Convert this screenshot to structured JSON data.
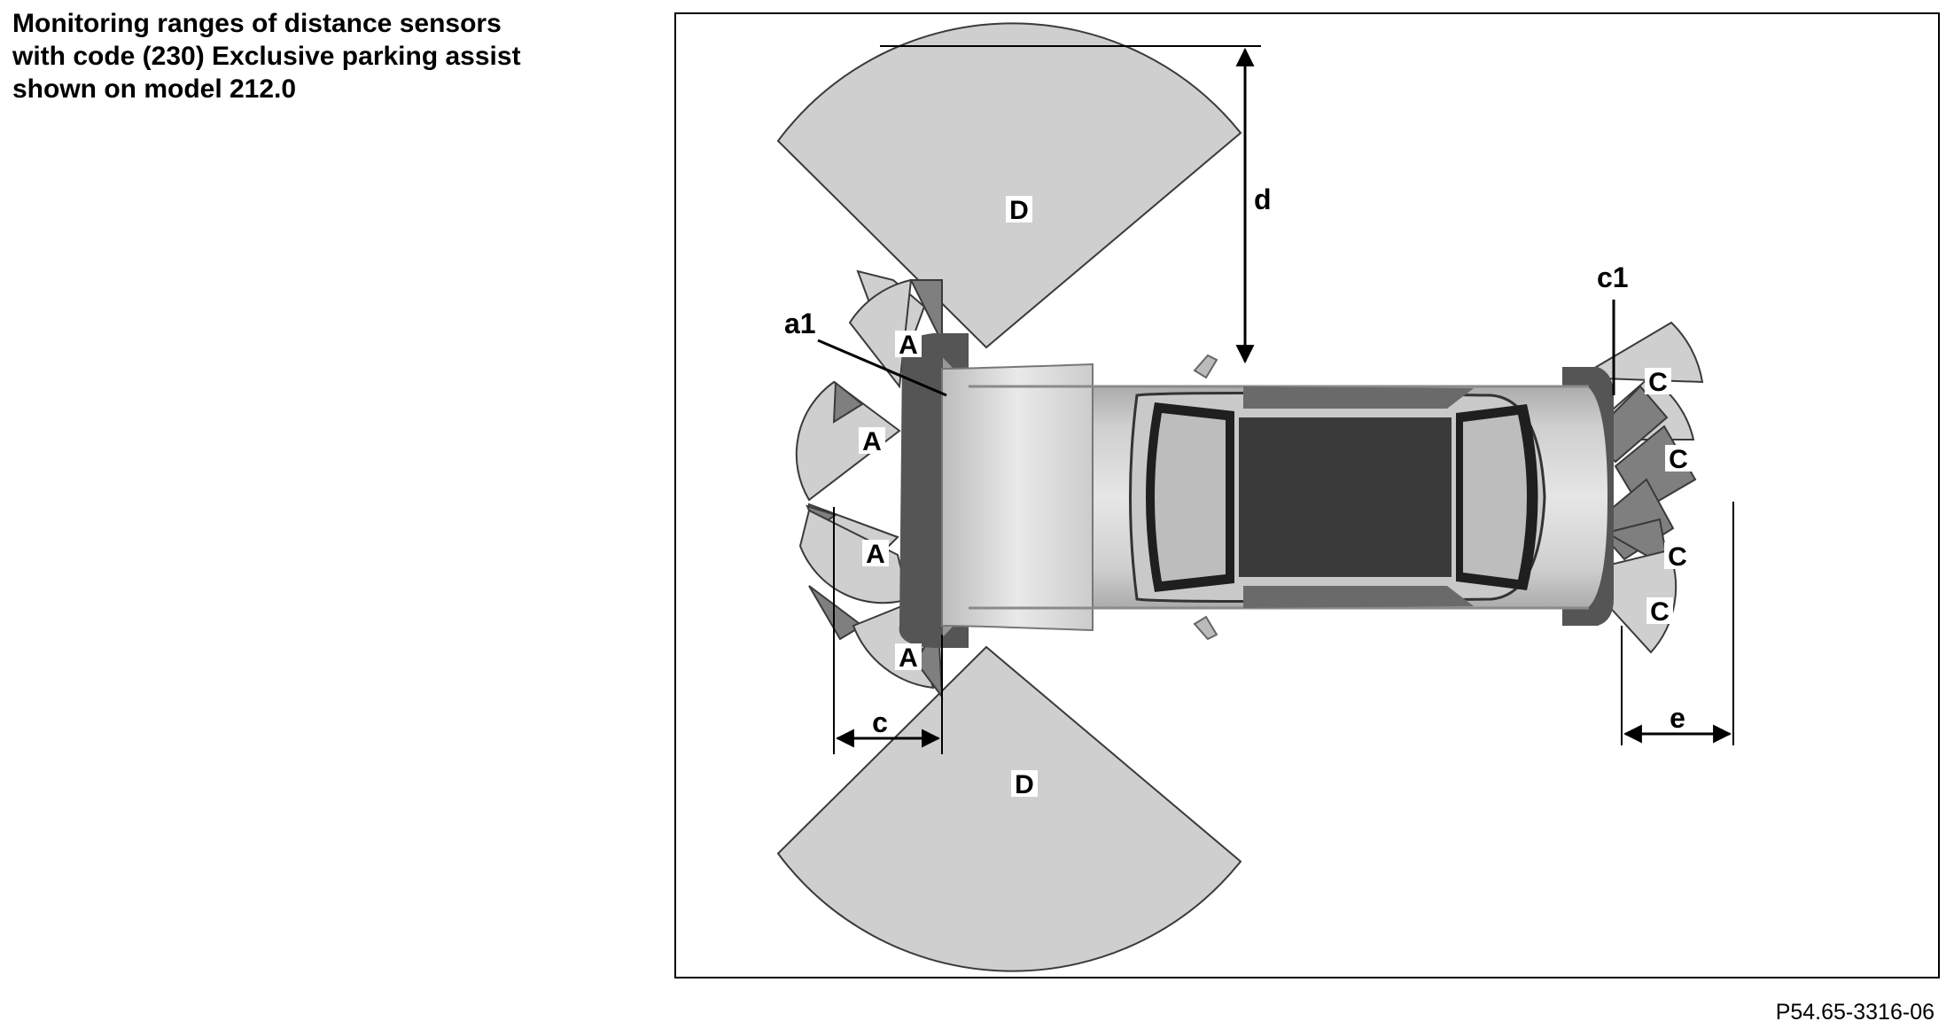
{
  "caption": {
    "line1": "Monitoring ranges of distance sensors",
    "line2": "with code (230) Exclusive parking assist",
    "line3": "shown on model 212.0"
  },
  "figure_ref": "P54.65-3316-06",
  "diagram": {
    "zone_labels": {
      "front": [
        "A",
        "A",
        "A",
        "A"
      ],
      "rear": [
        "C",
        "C",
        "C",
        "C"
      ],
      "side": [
        "D",
        "D"
      ]
    },
    "callouts": {
      "front_sensor": "a1",
      "rear_sensor": "c1",
      "side_range": "d",
      "front_range": "c",
      "rear_range": "e"
    },
    "colors": {
      "zone_light": "#cfcfcf",
      "zone_dark": "#7f7f7f",
      "bumper": "#555555",
      "car_body": "#c4c4c4",
      "glass": "#3a3a3a"
    }
  }
}
